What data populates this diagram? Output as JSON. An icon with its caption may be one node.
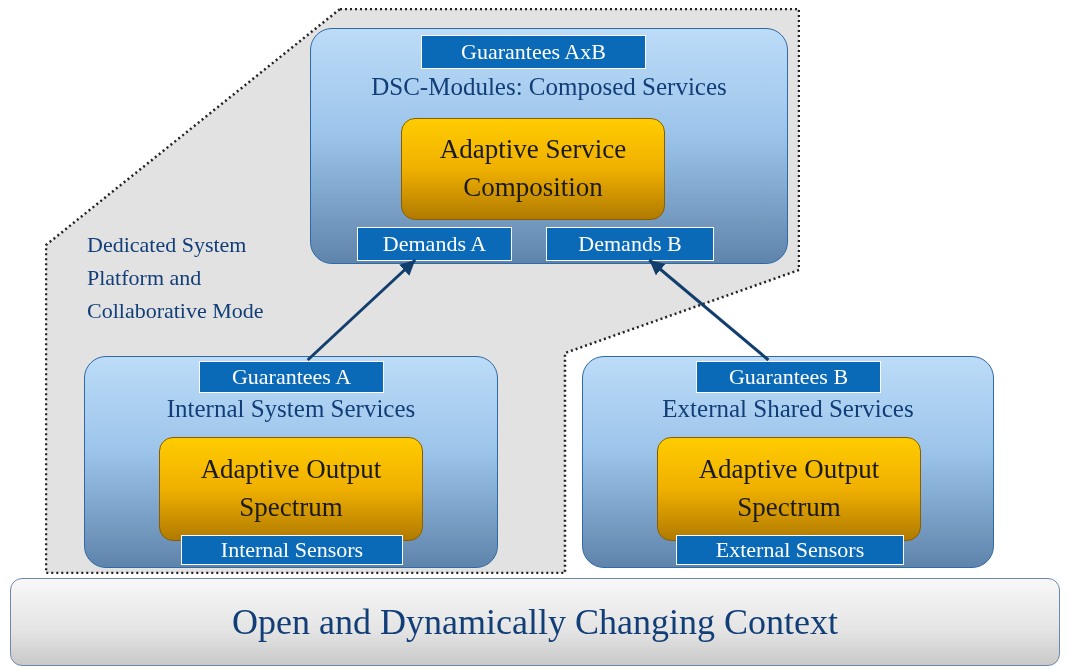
{
  "diagram": {
    "nodes": [
      {
        "text": [
          "Dedicated System Platform and Collaborative Mode"
        ]
      },
      {
        "text": [
          "DSC-Modules: Composed Services"
        ],
        "in": 0
      },
      {
        "text": [
          "Guarantees AxB"
        ],
        "in": 1
      },
      {
        "text": [
          "Adaptive Service Composition"
        ],
        "in": 1
      },
      {
        "text": [
          "Demands A"
        ],
        "in": 1
      },
      {
        "text": [
          "Demands B"
        ],
        "in": 1
      },
      {
        "text": [
          "Internal System Services"
        ],
        "in": 0
      },
      {
        "text": [
          "Guarantees A"
        ],
        "in": 6
      },
      {
        "text": [
          "Adaptive Output Spectrum"
        ],
        "in": 6
      },
      {
        "text": [
          "Internal Sensors"
        ],
        "in": 6
      },
      {
        "text": [
          "External Shared Services"
        ]
      },
      {
        "text": [
          "Guarantees B"
        ],
        "in": 10
      },
      {
        "text": [
          "Adaptive Output Spectrum"
        ],
        "in": 10
      },
      {
        "text": [
          "External Sensors"
        ],
        "in": 10
      },
      {
        "text": [
          "Open and Dynamically Changing Context"
        ]
      }
    ],
    "edges": [
      {
        "from": 7,
        "to": 4,
        "arrow": "to"
      },
      {
        "from": 11,
        "to": 5,
        "arrow": "to"
      }
    ]
  }
}
